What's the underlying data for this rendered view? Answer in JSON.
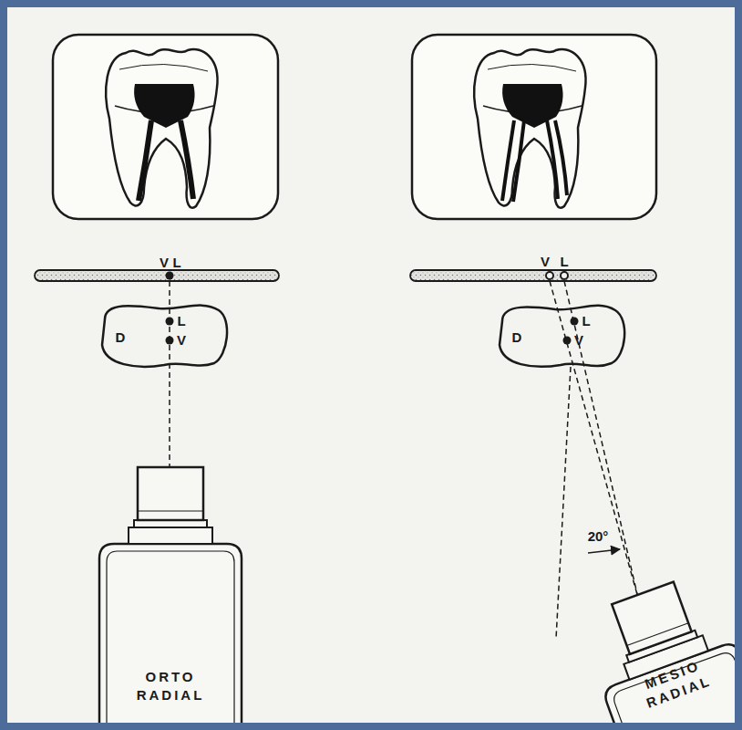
{
  "diagram": {
    "nodes": [
      {
        "text": [
          "D",
          "L",
          "V"
        ]
      },
      {
        "text": [
          "ORTO RADIAL"
        ]
      },
      {
        "text": [
          "D",
          "L",
          "V"
        ]
      },
      {
        "text": [
          "MESIO RADIAL"
        ]
      }
    ],
    "labels": [
      "V",
      "L",
      "V",
      "L",
      "20°"
    ]
  }
}
